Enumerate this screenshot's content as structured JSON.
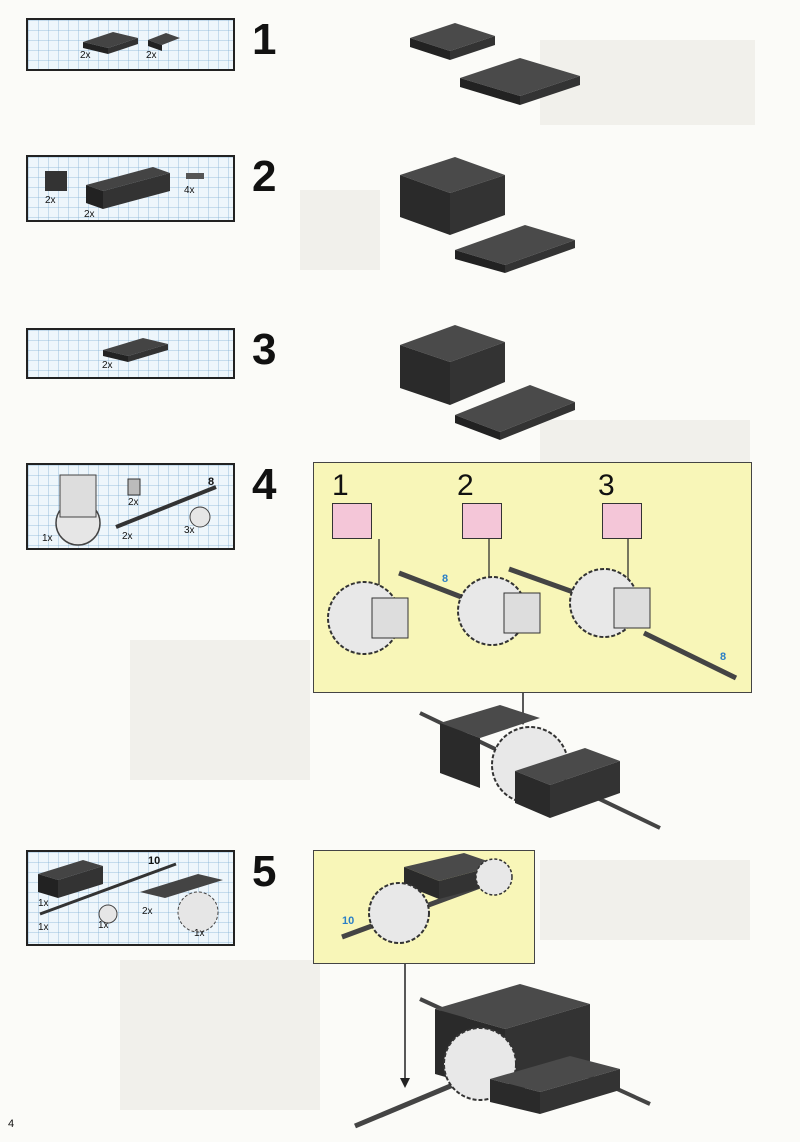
{
  "steps": [
    {
      "number": "1",
      "parts": [
        {
          "qty": "2x"
        },
        {
          "qty": "2x"
        }
      ]
    },
    {
      "number": "2",
      "parts": [
        {
          "qty": "2x"
        },
        {
          "qty": "2x"
        },
        {
          "qty": "4x"
        }
      ]
    },
    {
      "number": "3",
      "parts": [
        {
          "qty": "2x"
        }
      ]
    },
    {
      "number": "4",
      "parts": [
        {
          "qty": "1x"
        },
        {
          "qty": "2x"
        },
        {
          "qty": "2x"
        },
        {
          "qty": "3x"
        }
      ],
      "axle_label": "8",
      "substeps": [
        "1",
        "2",
        "3"
      ],
      "axle_labels": [
        "8",
        "8"
      ]
    },
    {
      "number": "5",
      "parts": [
        {
          "qty": "1x"
        },
        {
          "qty": "1x"
        },
        {
          "qty": "1x"
        },
        {
          "qty": "2x"
        },
        {
          "qty": "1x"
        }
      ],
      "axle_label": "10",
      "panel_axle_label": "10"
    }
  ],
  "page_number": "4",
  "colors": {
    "panel_yellow": "#f8f6b8",
    "callout_pink": "#f4c6d8",
    "axle_blue": "#2b7fc6",
    "brick": "#3a3a3a"
  }
}
